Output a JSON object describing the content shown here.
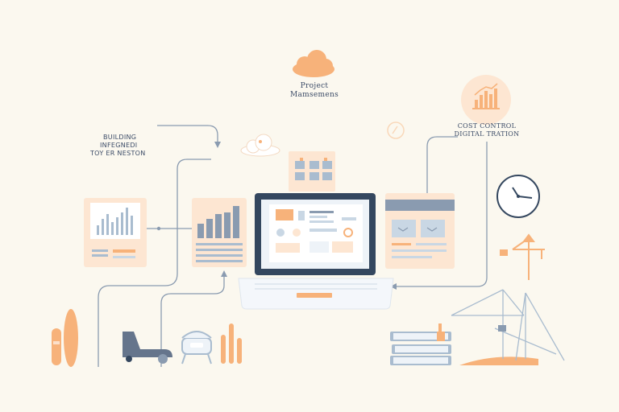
{
  "labels": {
    "project_line1": "Project",
    "project_line2": "Mamsemens",
    "building_line1": "BUILDING",
    "building_line2": "INFEGNEDI",
    "building_line3": "TOY ER NESTON",
    "cost_line1": "COST CONTROL",
    "cost_line2": "DIGITAL TRATION"
  },
  "colors": {
    "background": "#fbf8ef",
    "accent_orange": "#f7b27a",
    "accent_peach": "#fdeede",
    "navy": "#34475f",
    "slate": "#8a9bb0",
    "light_blue": "#c9d7e4"
  },
  "icons": {
    "cloud": "cloud-icon",
    "small_cloud": "small-cloud-icon",
    "clock": "clock-icon",
    "crane": "crane-icon",
    "gauge": "gauge-icon",
    "laptop": "laptop-icon",
    "chair": "lounge-chair-icon",
    "drone": "drone-icon",
    "books": "book-stack-icon",
    "wind_turbine": "tower-icon"
  }
}
